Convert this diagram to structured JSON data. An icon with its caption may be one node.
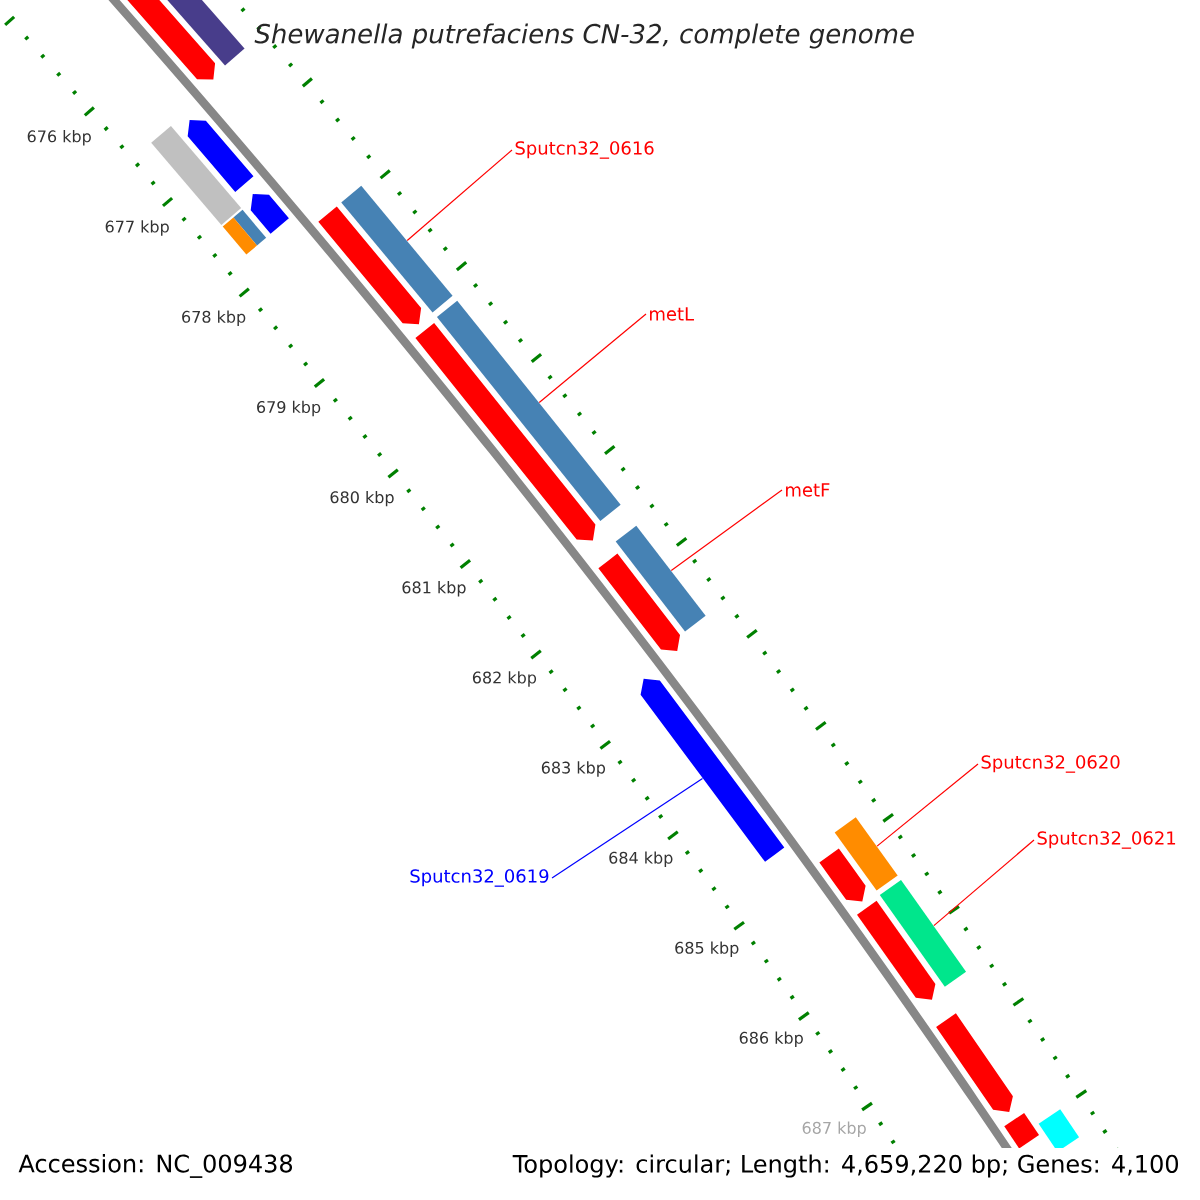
{
  "diagram": {
    "title": "Shewanella putrefaciens CN-32, complete genome",
    "nodes": [
      {
        "text": [
          "Sputcn32_0616"
        ]
      },
      {
        "text": [],
        "shape": "bar"
      },
      {
        "text": [
          "metL"
        ]
      },
      {
        "text": [],
        "shape": "bar"
      },
      {
        "text": [
          "metF"
        ]
      },
      {
        "text": [],
        "shape": "bar"
      },
      {
        "text": [
          "Sputcn32_0619"
        ]
      },
      {
        "text": [],
        "shape": "pentagon"
      },
      {
        "text": [
          "Sputcn32_0620"
        ]
      },
      {
        "text": [],
        "shape": "bar"
      },
      {
        "text": [
          "Sputcn32_0621"
        ]
      },
      {
        "text": [],
        "shape": "bar"
      },
      {
        "text": [],
        "shape": "pentagon"
      },
      {
        "text": [],
        "shape": "bar"
      },
      {
        "text": [],
        "shape": "pentagon"
      },
      {
        "text": [],
        "shape": "bar"
      },
      {
        "text": [],
        "shape": "pentagon"
      },
      {
        "text": [],
        "shape": "bar"
      },
      {
        "text": [],
        "shape": "bar"
      },
      {
        "text": [],
        "shape": "pentagon"
      },
      {
        "text": [],
        "shape": "pentagon"
      },
      {
        "text": [],
        "shape": "pentagon"
      },
      {
        "text": [],
        "shape": "pentagon"
      },
      {
        "text": [],
        "shape": "pentagon"
      },
      {
        "text": [],
        "shape": "pentagon"
      },
      {
        "text": [],
        "shape": "bar"
      },
      {
        "text": [],
        "shape": "bar"
      }
    ],
    "edges": [
      {
        "from": 0,
        "to": 1,
        "arrow": "none"
      },
      {
        "from": 2,
        "to": 3,
        "arrow": "none"
      },
      {
        "from": 4,
        "to": 5,
        "arrow": "none"
      },
      {
        "from": 6,
        "to": 7,
        "arrow": "none",
        "color": "#0000ff"
      },
      {
        "from": 8,
        "to": 9,
        "arrow": "none"
      },
      {
        "from": 10,
        "to": 11,
        "arrow": "none"
      }
    ],
    "labels": [
      "676 kbp",
      "677 kbp",
      "678 kbp",
      "679 kbp",
      "680 kbp",
      "681 kbp",
      "682 kbp",
      "683 kbp",
      "684 kbp",
      "685 kbp",
      "686 kbp",
      "687 kbp",
      "Accession: NC_009438",
      "Topology: circular; Length: 4,659,220 bp; Genes: 4,100"
    ]
  }
}
